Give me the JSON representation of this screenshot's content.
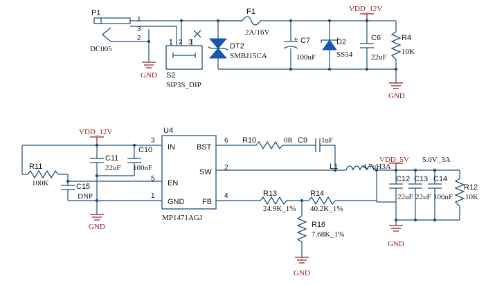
{
  "power": {
    "vdd12_top": "VDD_12V",
    "vdd12_bot": "VDD_12V",
    "vdd5": "VDD_5V",
    "out_label": "5.0V_3A",
    "gnd": "GND"
  },
  "p1": {
    "ref": "P1",
    "value": "DC005",
    "pins": [
      "1",
      "3",
      "2"
    ]
  },
  "s2": {
    "ref": "S2",
    "value": "SIP3S_DIP",
    "pins": [
      "1",
      "2",
      "3"
    ]
  },
  "f1": {
    "ref": "F1",
    "value": "2A/16V"
  },
  "dt2": {
    "ref": "DT2",
    "value": "SMBJ15CA"
  },
  "c7": {
    "ref": "C7",
    "value": "100uF",
    "polarity": "+"
  },
  "d2": {
    "ref": "D2",
    "value": "SS54"
  },
  "c6": {
    "ref": "C6",
    "value": "22uF"
  },
  "r4": {
    "ref": "R4",
    "value": "10K"
  },
  "u4": {
    "ref": "U4",
    "part": "MP1471AGJ",
    "pins": {
      "in": "IN",
      "bst": "BST",
      "sw": "SW",
      "en": "EN",
      "gnd": "GND",
      "fb": "FB"
    },
    "pin_numbers": {
      "in": "3",
      "bst": "6",
      "sw": "2",
      "en": "5",
      "gnd": "1",
      "fb": "4"
    }
  },
  "r10": {
    "ref": "R10",
    "value": "0R"
  },
  "c9": {
    "ref": "C9",
    "value": "1uF"
  },
  "l1": {
    "ref": "L1",
    "value": "4.7uH3A"
  },
  "c11": {
    "ref": "C11",
    "value": "22uF"
  },
  "c10": {
    "ref": "C10",
    "value": "100nF"
  },
  "r11": {
    "ref": "R11",
    "value": "100K"
  },
  "c15": {
    "ref": "C15",
    "value": "DNP"
  },
  "r13": {
    "ref": "R13",
    "value": "24.9K_1%"
  },
  "r14": {
    "ref": "R14",
    "value": "40.2K_1%"
  },
  "r16": {
    "ref": "R16",
    "value": "7.68K_1%"
  },
  "c12": {
    "ref": "C12",
    "value": "22uF"
  },
  "c13": {
    "ref": "C13",
    "value": "22uF"
  },
  "c14": {
    "ref": "C14",
    "value": "100nF"
  },
  "r12": {
    "ref": "R12",
    "value": "10K"
  }
}
